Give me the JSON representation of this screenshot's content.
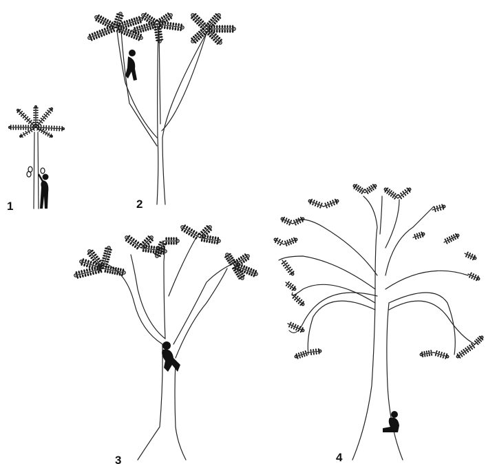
{
  "figure": {
    "ink_color": "#1b1b1b",
    "background": "#ffffff",
    "stages": [
      {
        "label": "1",
        "figure": "climber-standing-at-base"
      },
      {
        "label": "2",
        "figure": "climber-on-branch"
      },
      {
        "label": "3",
        "figure": "climber-seated-in-fork"
      },
      {
        "label": "4",
        "figure": "climber-seated-at-base"
      }
    ]
  }
}
